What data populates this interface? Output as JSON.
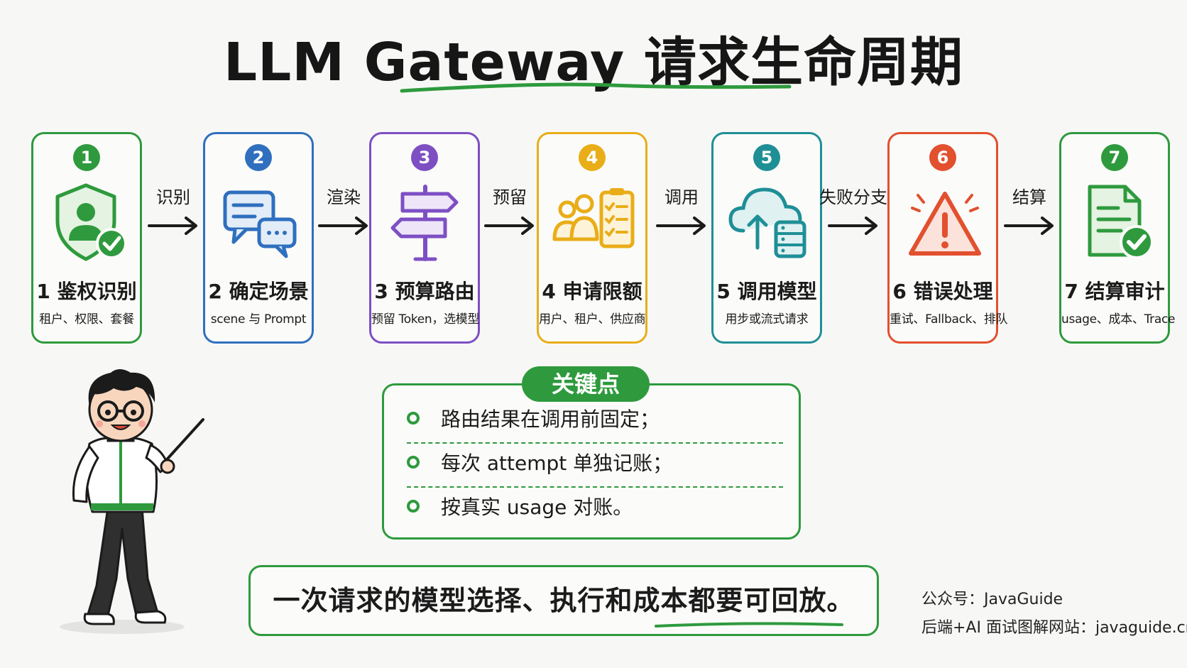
{
  "title": "LLM Gateway 请求生命周期",
  "colors": {
    "green": "#2e9a3d",
    "blue": "#2f6fbe",
    "purple": "#7d4fc3",
    "yellow": "#e9ad17",
    "teal": "#1f8f96",
    "red": "#e2502e"
  },
  "steps": [
    {
      "number": "1",
      "title": "1 鉴权识别",
      "subtitle": "租户、权限、套餐",
      "icon": "shield-user-check-icon",
      "color": "#2e9a3d"
    },
    {
      "number": "2",
      "title": "2 确定场景",
      "subtitle": "scene 与 Prompt",
      "icon": "chat-bubbles-icon",
      "color": "#2f6fbe"
    },
    {
      "number": "3",
      "title": "3 预算路由",
      "subtitle": "预留 Token，选模型",
      "icon": "signpost-icon",
      "color": "#7d4fc3"
    },
    {
      "number": "4",
      "title": "4 申请限额",
      "subtitle": "用户、租户、供应商",
      "icon": "users-checklist-icon",
      "color": "#e9ad17"
    },
    {
      "number": "5",
      "title": "5 调用模型",
      "subtitle": "用步或流式请求",
      "icon": "cloud-upload-server-icon",
      "color": "#1f8f96"
    },
    {
      "number": "6",
      "title": "6 错误处理",
      "subtitle": "重试、Fallback、排队",
      "icon": "warning-triangle-icon",
      "color": "#e2502e"
    },
    {
      "number": "7",
      "title": "7 结算审计",
      "subtitle": "usage、成本、Trace",
      "icon": "document-check-icon",
      "color": "#2e9a3d"
    }
  ],
  "arrows": [
    "识别",
    "渲染",
    "预留",
    "调用",
    "失败分支",
    "结算"
  ],
  "key_points": {
    "heading": "关键点",
    "items": [
      "路由结果在调用前固定；",
      "每次 attempt 单独记账；",
      "按真实 usage 对账。"
    ]
  },
  "summary": "一次请求的模型选择、执行和成本都要可回放。",
  "credits": {
    "account": "公众号：JavaGuide",
    "website": "后端+AI 面试图解网站：javaguide.cn"
  }
}
